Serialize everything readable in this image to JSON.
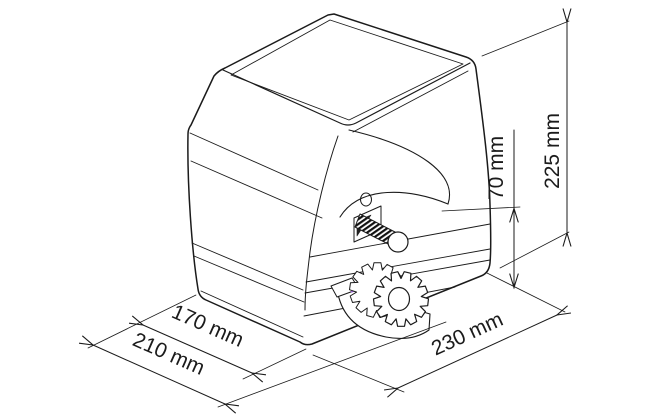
{
  "page": {
    "background": "#ffffff"
  },
  "drawing": {
    "subject": "isometric line drawing of a sliding gate motor with drive pinion gear and manual release bolt",
    "line_color": "#1b1b1b",
    "accent_color": "#9a5fd6",
    "dimensions": {
      "d170": {
        "label": "170 mm"
      },
      "d210": {
        "label": "210 mm"
      },
      "d230": {
        "label": "230 mm"
      },
      "d70": {
        "label": "70 mm"
      },
      "d225": {
        "label": "225 mm"
      }
    }
  }
}
